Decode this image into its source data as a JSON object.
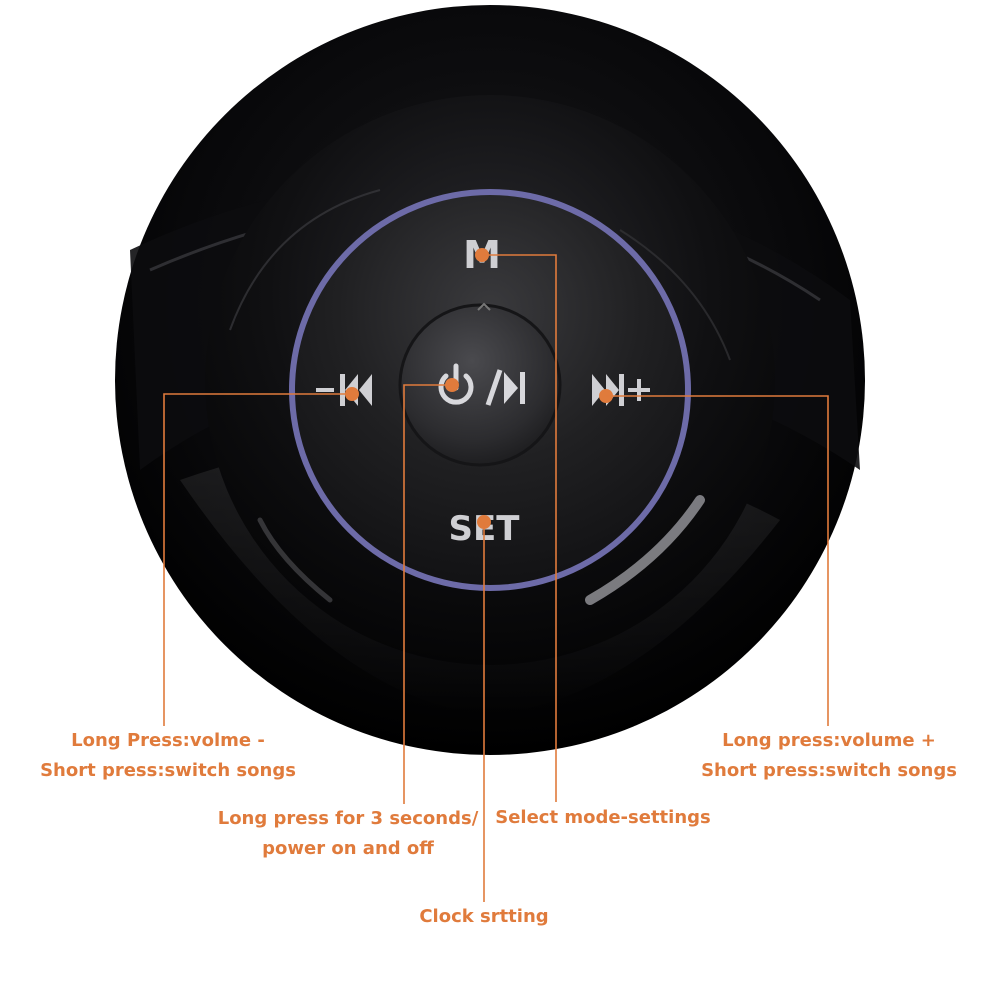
{
  "accent_color": "#e07b3c",
  "ring_color": "#6d6ba8",
  "buttons": {
    "mode": "M",
    "set": "SET",
    "prev": "−⏮",
    "next": "⏭+",
    "play_icon": "power-play-pause-icon"
  },
  "annotations": {
    "prev": {
      "line1": "Long Press:volme -",
      "line2": "Short press:switch songs"
    },
    "power": {
      "line1": "Long press for 3 seconds/",
      "line2": "power on and off"
    },
    "mode": "Select mode-settings",
    "clock": "Clock srtting",
    "next": {
      "line1": "Long press:volume +",
      "line2": "Short press:switch songs"
    }
  }
}
